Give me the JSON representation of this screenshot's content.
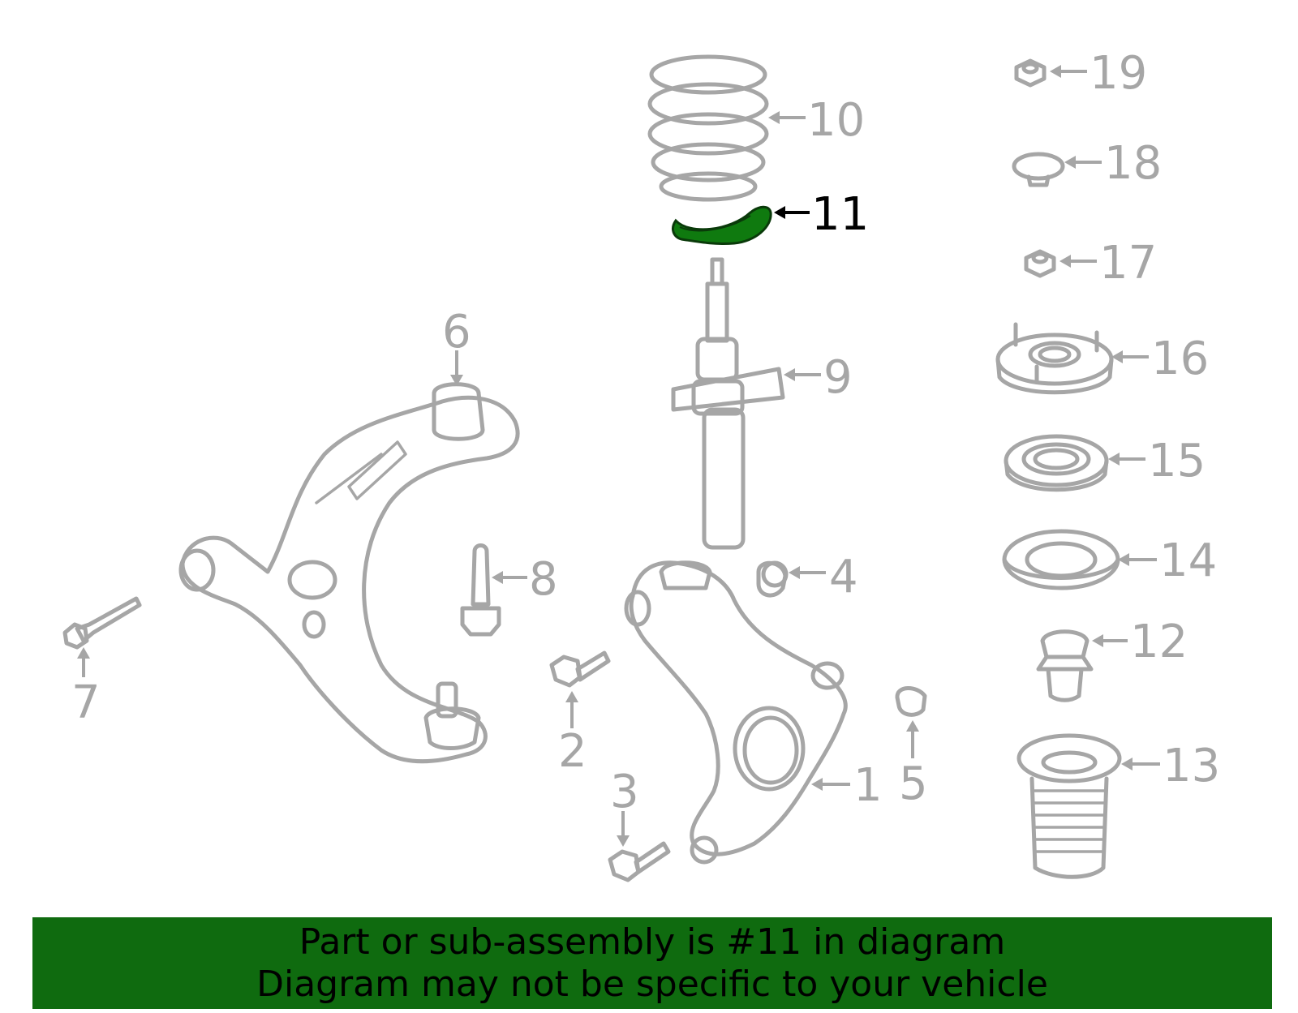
{
  "diagram": {
    "highlight_color": "#0f7a0f",
    "highlighted_part": "11",
    "callouts": [
      {
        "label": "1"
      },
      {
        "label": "2"
      },
      {
        "label": "3"
      },
      {
        "label": "4"
      },
      {
        "label": "5"
      },
      {
        "label": "6"
      },
      {
        "label": "7"
      },
      {
        "label": "8"
      },
      {
        "label": "9"
      },
      {
        "label": "10"
      },
      {
        "label": "11"
      },
      {
        "label": "12"
      },
      {
        "label": "13"
      },
      {
        "label": "14"
      },
      {
        "label": "15"
      },
      {
        "label": "16"
      },
      {
        "label": "17"
      },
      {
        "label": "18"
      },
      {
        "label": "19"
      }
    ]
  },
  "banner": {
    "background": "#0f6b0f",
    "line1": "Part or sub-assembly is #11 in diagram",
    "line2": "Diagram may not be specific to your vehicle"
  }
}
